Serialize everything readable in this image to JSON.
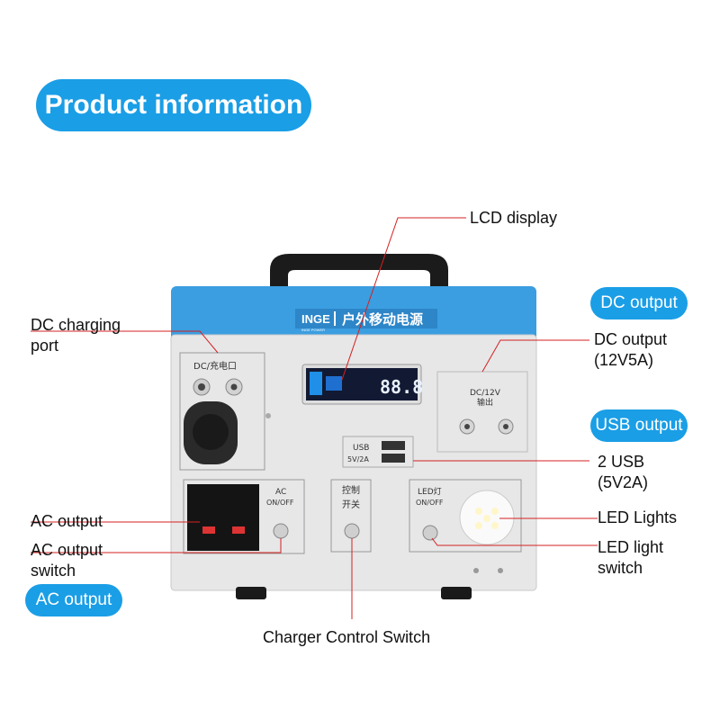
{
  "title": "Product information",
  "badges": {
    "dc_output": "DC output",
    "usb_output": "USB output",
    "ac_output": "AC output"
  },
  "callouts": {
    "lcd_display": "LCD display",
    "dc_charging_port": "DC charging\nport",
    "dc_output": "DC output\n(12V5A)",
    "usb": "2 USB\n(5V2A)",
    "ac_output": "AC output",
    "ac_output_switch": "AC output\nswitch",
    "led_lights": "LED Lights",
    "led_light_switch": "LED light\nswitch",
    "charger_control_switch": "Charger Control Switch"
  },
  "device": {
    "brand": "INGE",
    "brand_sub": "INGE POWER",
    "name_cn": "户外移动电源",
    "dc_port_label": "DC/充电口",
    "lcd_digits": "88.8",
    "dc12_label": "DC/12V",
    "dc12_sub": "输出",
    "usb_label": "USB",
    "usb_sub": "5V/2A",
    "ac_label": "AC",
    "ac_switch": "ON/OFF",
    "control_label": "控制",
    "control_sub": "开关",
    "led_label": "LED灯",
    "led_switch": "ON/OFF"
  },
  "colors": {
    "accent": "#1a9ee6",
    "device_blue": "#3b9ee0",
    "panel": "#e9e9ea",
    "callout_line": "#d62020"
  }
}
